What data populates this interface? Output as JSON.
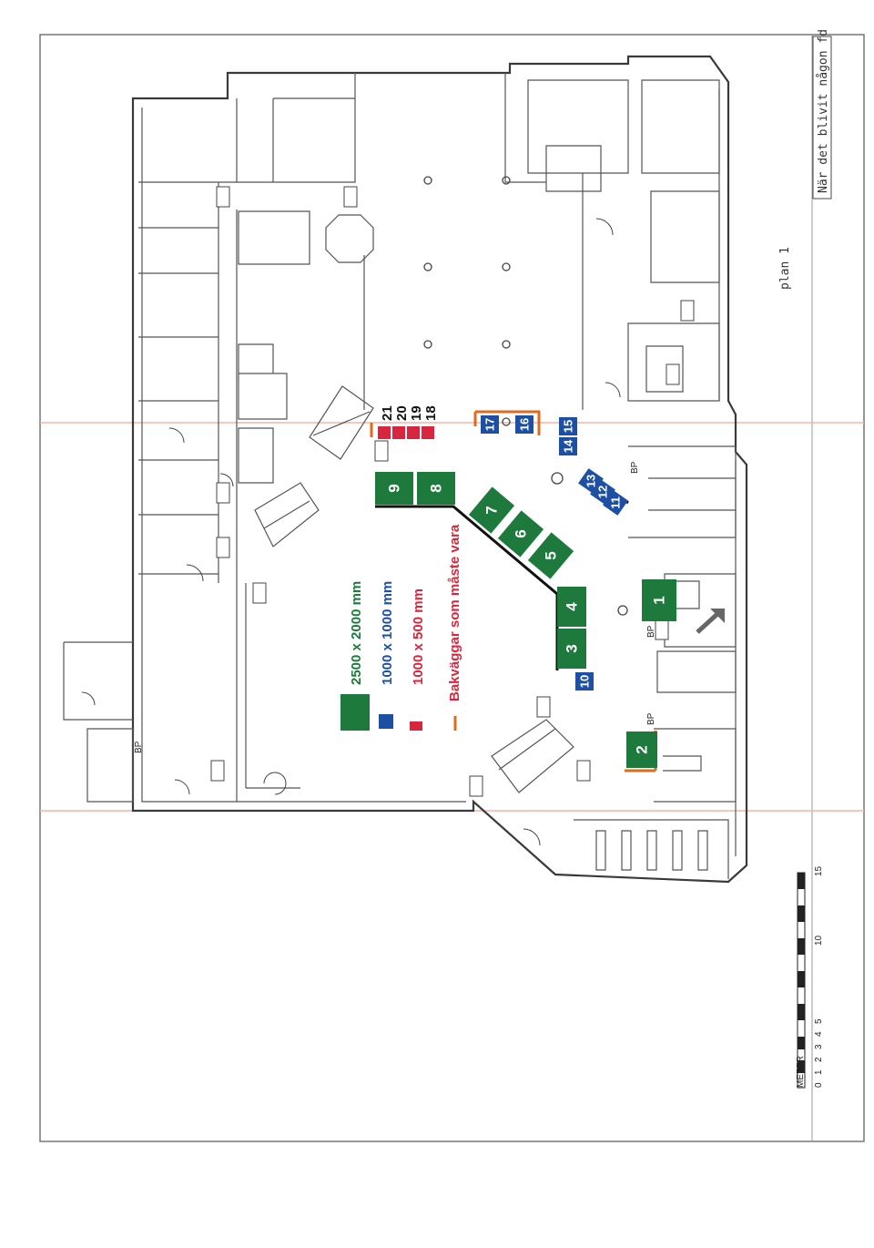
{
  "note_top_right": "När det blivit någon fd",
  "plan_label": "plan 1",
  "scale": {
    "unit_label": "METER",
    "ticks": [
      "0",
      "1",
      "2",
      "3",
      "4",
      "5",
      "10",
      "15"
    ]
  },
  "bp_labels": [
    "BP",
    "BP",
    "BP",
    "BP"
  ],
  "legend": [
    {
      "color": "#1e7a3c",
      "text": "2500 x 2000 mm",
      "text_color": "#1e7a3c"
    },
    {
      "color": "#1d4fa3",
      "text": "1000 x 1000 mm",
      "text_color": "#1d4fa3"
    },
    {
      "color": "#d7263d",
      "text": "1000 x 500 mm",
      "text_color": "#d7263d"
    },
    {
      "color": "#e06a1f",
      "text": "Bakväggar som måste vara",
      "text_color": "#d7263d"
    }
  ],
  "booths": {
    "green": [
      "1",
      "2",
      "3",
      "4",
      "5",
      "6",
      "7",
      "8",
      "9"
    ],
    "blue": [
      "10",
      "11",
      "12",
      "13",
      "14",
      "15",
      "16",
      "17"
    ],
    "red": [
      "18",
      "19",
      "20",
      "21"
    ]
  },
  "colors": {
    "green": "#1e7a3c",
    "blue": "#1d4fa3",
    "red": "#d7263d",
    "orange": "#e06a1f"
  }
}
